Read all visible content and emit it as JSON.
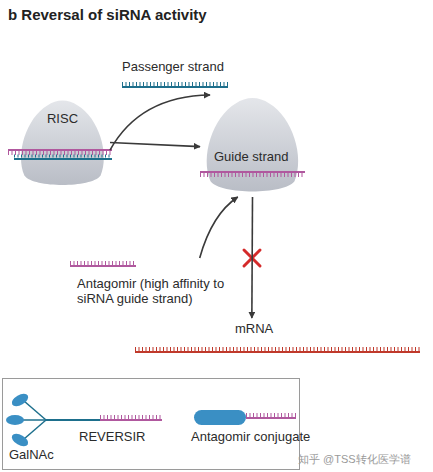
{
  "diagram": {
    "title": "b Reversal of siRNA activity",
    "nodes": [
      {
        "text": [
          "Passenger strand"
        ]
      },
      {
        "text": [
          "RISC"
        ]
      },
      {
        "text": [
          "Guide strand"
        ]
      },
      {
        "text": [
          "Antagomir (high affinity to siRNA guide strand)"
        ]
      },
      {
        "text": [
          "mRNA"
        ]
      },
      {
        "text": [
          "GalNAc",
          "REVERSIR",
          "Antagomir conjugate"
        ]
      }
    ],
    "edges": [
      {
        "from": 1,
        "to": 0,
        "arrow": "to"
      },
      {
        "from": 1,
        "to": 2,
        "arrow": "to"
      },
      {
        "from": 3,
        "to": 2,
        "arrow": "to"
      },
      {
        "from": 2,
        "to": 4,
        "arrow": "to"
      }
    ],
    "labels": [
      "知乎 @TSS转化医学谱"
    ]
  }
}
